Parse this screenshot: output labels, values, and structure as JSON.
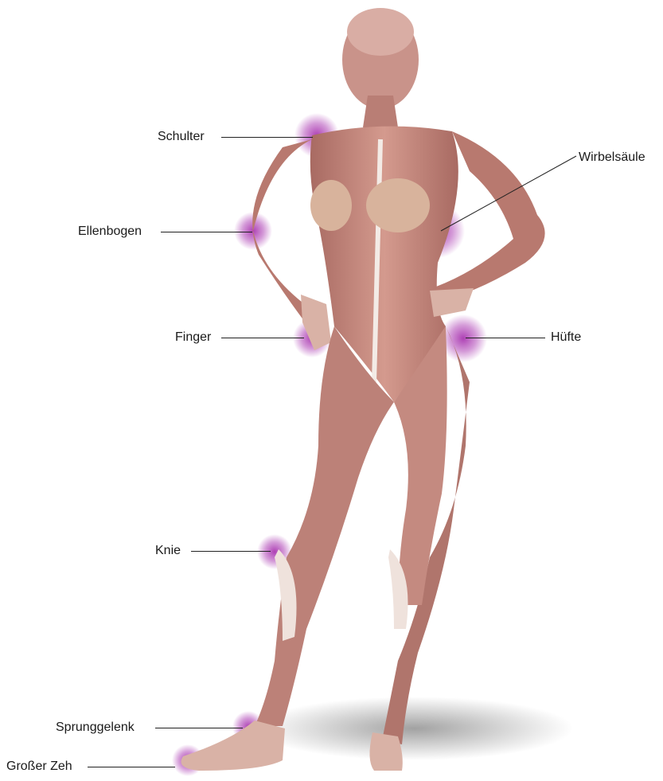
{
  "labels": {
    "schulter": "Schulter",
    "wirbelsaeule": "Wirbelsäule",
    "ellenbogen": "Ellenbogen",
    "finger": "Finger",
    "huefte": "Hüfte",
    "knie": "Knie",
    "sprunggelenk": "Sprunggelenk",
    "grosser_zeh": "Großer Zeh"
  },
  "colors": {
    "highlight": "#a020a8",
    "muscle": "#c48a80",
    "tendon": "#f3ebe6",
    "line": "#222222"
  }
}
